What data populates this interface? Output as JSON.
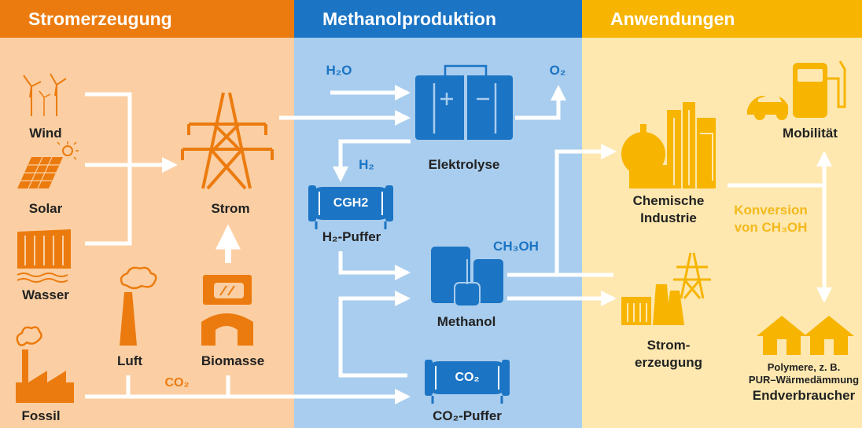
{
  "headers": {
    "stromerzeugung": "Stromerzeugung",
    "methanolproduktion": "Methanolproduktion",
    "anwendungen": "Anwendungen"
  },
  "sources": {
    "wind": "Wind",
    "solar": "Solar",
    "wasser": "Wasser",
    "fossil": "Fossil",
    "luft": "Luft",
    "biomasse": "Biomasse",
    "strom": "Strom",
    "co2": "CO₂"
  },
  "production": {
    "h2o": "H₂O",
    "o2": "O₂",
    "elektrolyse": "Elektrolyse",
    "h2": "H₂",
    "cgh2": "CGH2",
    "h2_puffer": "H₂-Puffer",
    "methanol": "Methanol",
    "ch3oh": "CH₃OH",
    "co2_tank": "CO₂",
    "co2_puffer": "CO₂-Puffer"
  },
  "applications": {
    "chemische_industrie_1": "Chemische",
    "chemische_industrie_2": "Industrie",
    "konversion_1": "Konversion",
    "konversion_2": "von CH₃OH",
    "stromerzeugung_1": "Strom-",
    "stromerzeugung_2": "erzeugung",
    "mobilitaet": "Mobilität",
    "polymere_1": "Polymere, z. B.",
    "polymere_2": "PUR–Wärmedämmung",
    "endverbraucher": "Endverbraucher"
  },
  "colors": {
    "orange": "#ec7b0f",
    "orange_bg": "#fbcfa3",
    "blue": "#1b74c4",
    "blue_bg": "#a9cdee",
    "yellow": "#f7b400",
    "yellow_bg": "#fee8b0"
  }
}
